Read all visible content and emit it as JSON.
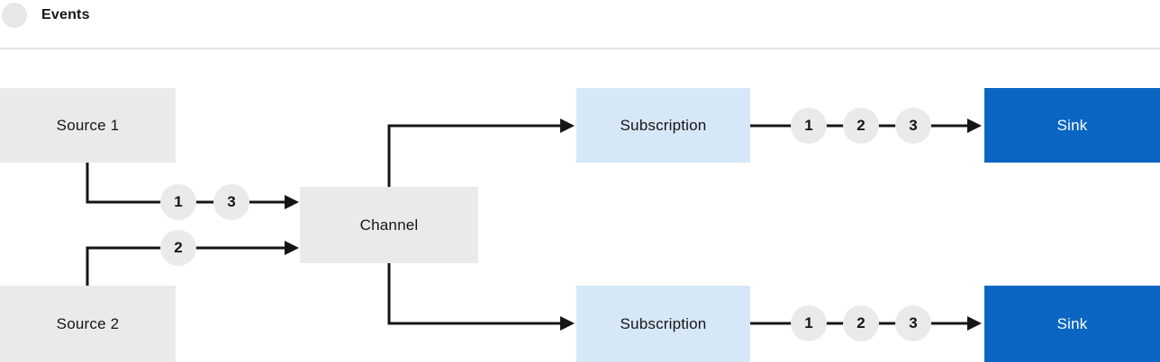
{
  "legend": {
    "label": "Events"
  },
  "nodes": {
    "source1": "Source 1",
    "source2": "Source 2",
    "channel": "Channel",
    "subscription_top": "Subscription",
    "subscription_bottom": "Subscription",
    "sink_top": "Sink",
    "sink_bottom": "Sink"
  },
  "events": {
    "source1_row": [
      "1",
      "3"
    ],
    "source2_row": [
      "2"
    ],
    "top_row": [
      "1",
      "2",
      "3"
    ],
    "bottom_row": [
      "1",
      "2",
      "3"
    ]
  },
  "colors": {
    "node_gray": "#eaeaea",
    "subscription_light_blue": "#d6e7f7",
    "sink_blue": "#0a66c2",
    "edge_line": "#151515",
    "text_dark": "#151515",
    "sink_text": "#ffffff",
    "divider_gray": "#e4e4e4",
    "legend_circle_gray": "#e7e7e7"
  }
}
